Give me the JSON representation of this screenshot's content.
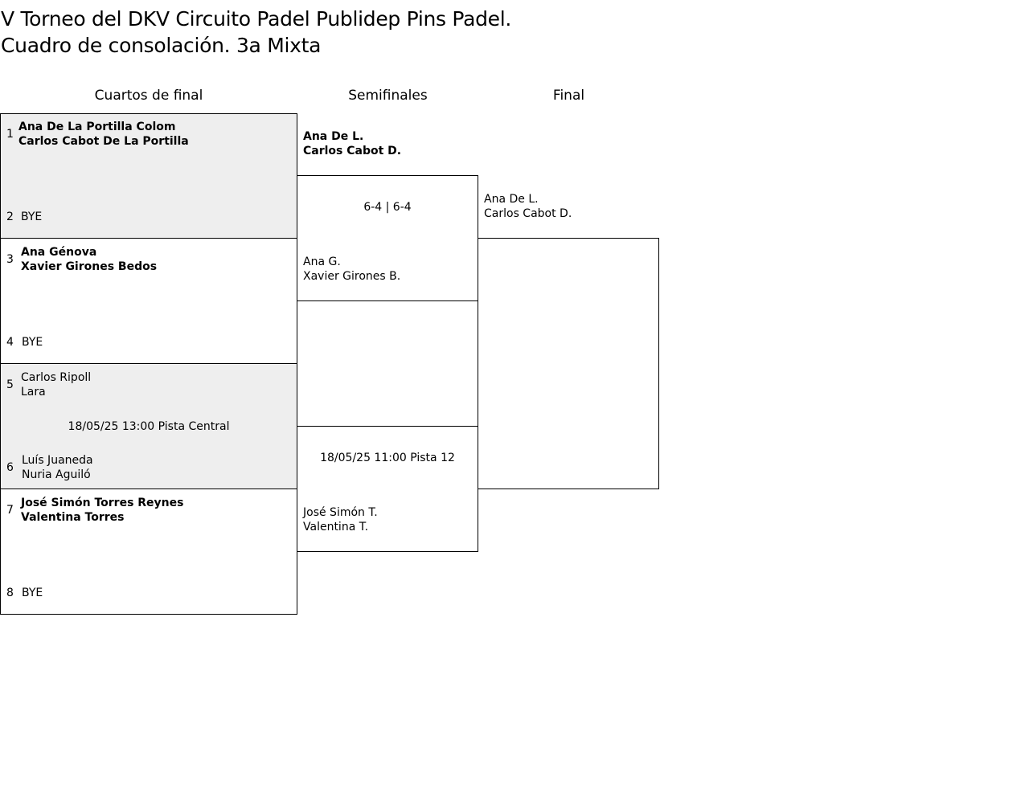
{
  "title": {
    "line1": "V Torneo del DKV Circuito Padel Publidep Pins Padel.",
    "line2": "Cuadro de consolación. 3a Mixta"
  },
  "rounds": {
    "quarterfinals": "Cuartos de final",
    "semifinals": "Semifinales",
    "final": "Final"
  },
  "quarterfinals": [
    {
      "top": {
        "seed": "1",
        "player1": "Ana De La Portilla Colom",
        "player2": "Carlos Cabot De La Portilla",
        "winner": true
      },
      "bottom": {
        "seed": "2",
        "player1": "BYE",
        "player2": "",
        "winner": false
      },
      "info": "",
      "shaded": true
    },
    {
      "top": {
        "seed": "3",
        "player1": "Ana Génova",
        "player2": "Xavier Girones Bedos",
        "winner": true
      },
      "bottom": {
        "seed": "4",
        "player1": "BYE",
        "player2": "",
        "winner": false
      },
      "info": "",
      "shaded": false
    },
    {
      "top": {
        "seed": "5",
        "player1": "Carlos Ripoll",
        "player2": "Lara",
        "winner": false
      },
      "bottom": {
        "seed": "6",
        "player1": "Luís Juaneda",
        "player2": "Nuria Aguiló",
        "winner": false
      },
      "info": "18/05/25 13:00 Pista Central",
      "shaded": true
    },
    {
      "top": {
        "seed": "7",
        "player1": "José Simón Torres Reynes",
        "player2": "Valentina Torres",
        "winner": true
      },
      "bottom": {
        "seed": "8",
        "player1": "BYE",
        "player2": "",
        "winner": false
      },
      "info": "",
      "shaded": false
    }
  ],
  "semifinals": [
    {
      "top": {
        "player1": "Ana De L.",
        "player2": "Carlos Cabot D.",
        "winner": true
      },
      "bottom": {
        "player1": "Ana G.",
        "player2": "Xavier Girones B.",
        "winner": false
      },
      "info": "6-4 | 6-4"
    },
    {
      "top": {
        "player1": "",
        "player2": "",
        "winner": false
      },
      "bottom": {
        "player1": "José Simón T.",
        "player2": "Valentina T.",
        "winner": false
      },
      "info": "18/05/25 11:00 Pista 12"
    }
  ],
  "final": {
    "top": {
      "player1": "Ana De L.",
      "player2": "Carlos Cabot D.",
      "winner": false
    },
    "bottom": {
      "player1": "",
      "player2": "",
      "winner": false
    },
    "info": ""
  },
  "colors": {
    "shaded_background": "#eeeeee",
    "border": "#000000",
    "text": "#000000"
  }
}
